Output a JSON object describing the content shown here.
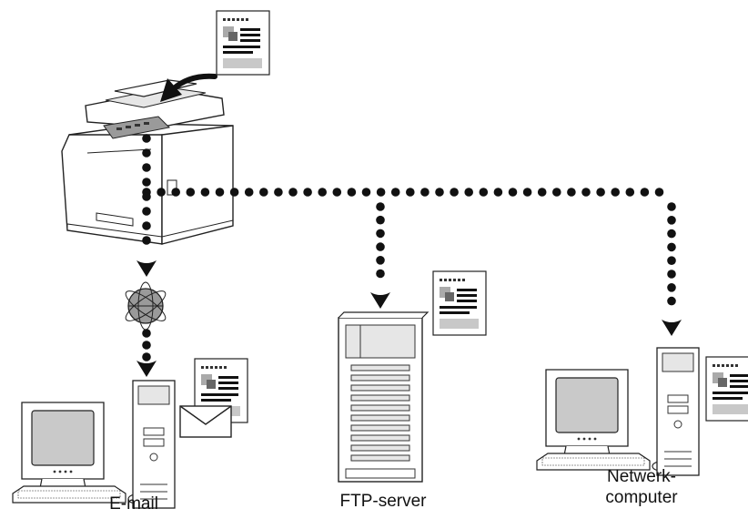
{
  "labels": {
    "email": "E-mail",
    "ftp": "FTP-server",
    "network_line1": "Netwerk-",
    "network_line2": "computer"
  },
  "colors": {
    "dots": "#111111",
    "device_fill": "#ffffff",
    "device_shade": "#e6e6e6",
    "dark_panel": "#9a9a9a",
    "screen": "#c9c9c9",
    "doc_gray": "#c8c8c8"
  },
  "icons": [
    "mfp-printer-icon",
    "curved-arrow-icon",
    "document-icon",
    "internet-globe-icon",
    "envelope-icon",
    "desktop-computer-icon",
    "tower-server-icon"
  ]
}
